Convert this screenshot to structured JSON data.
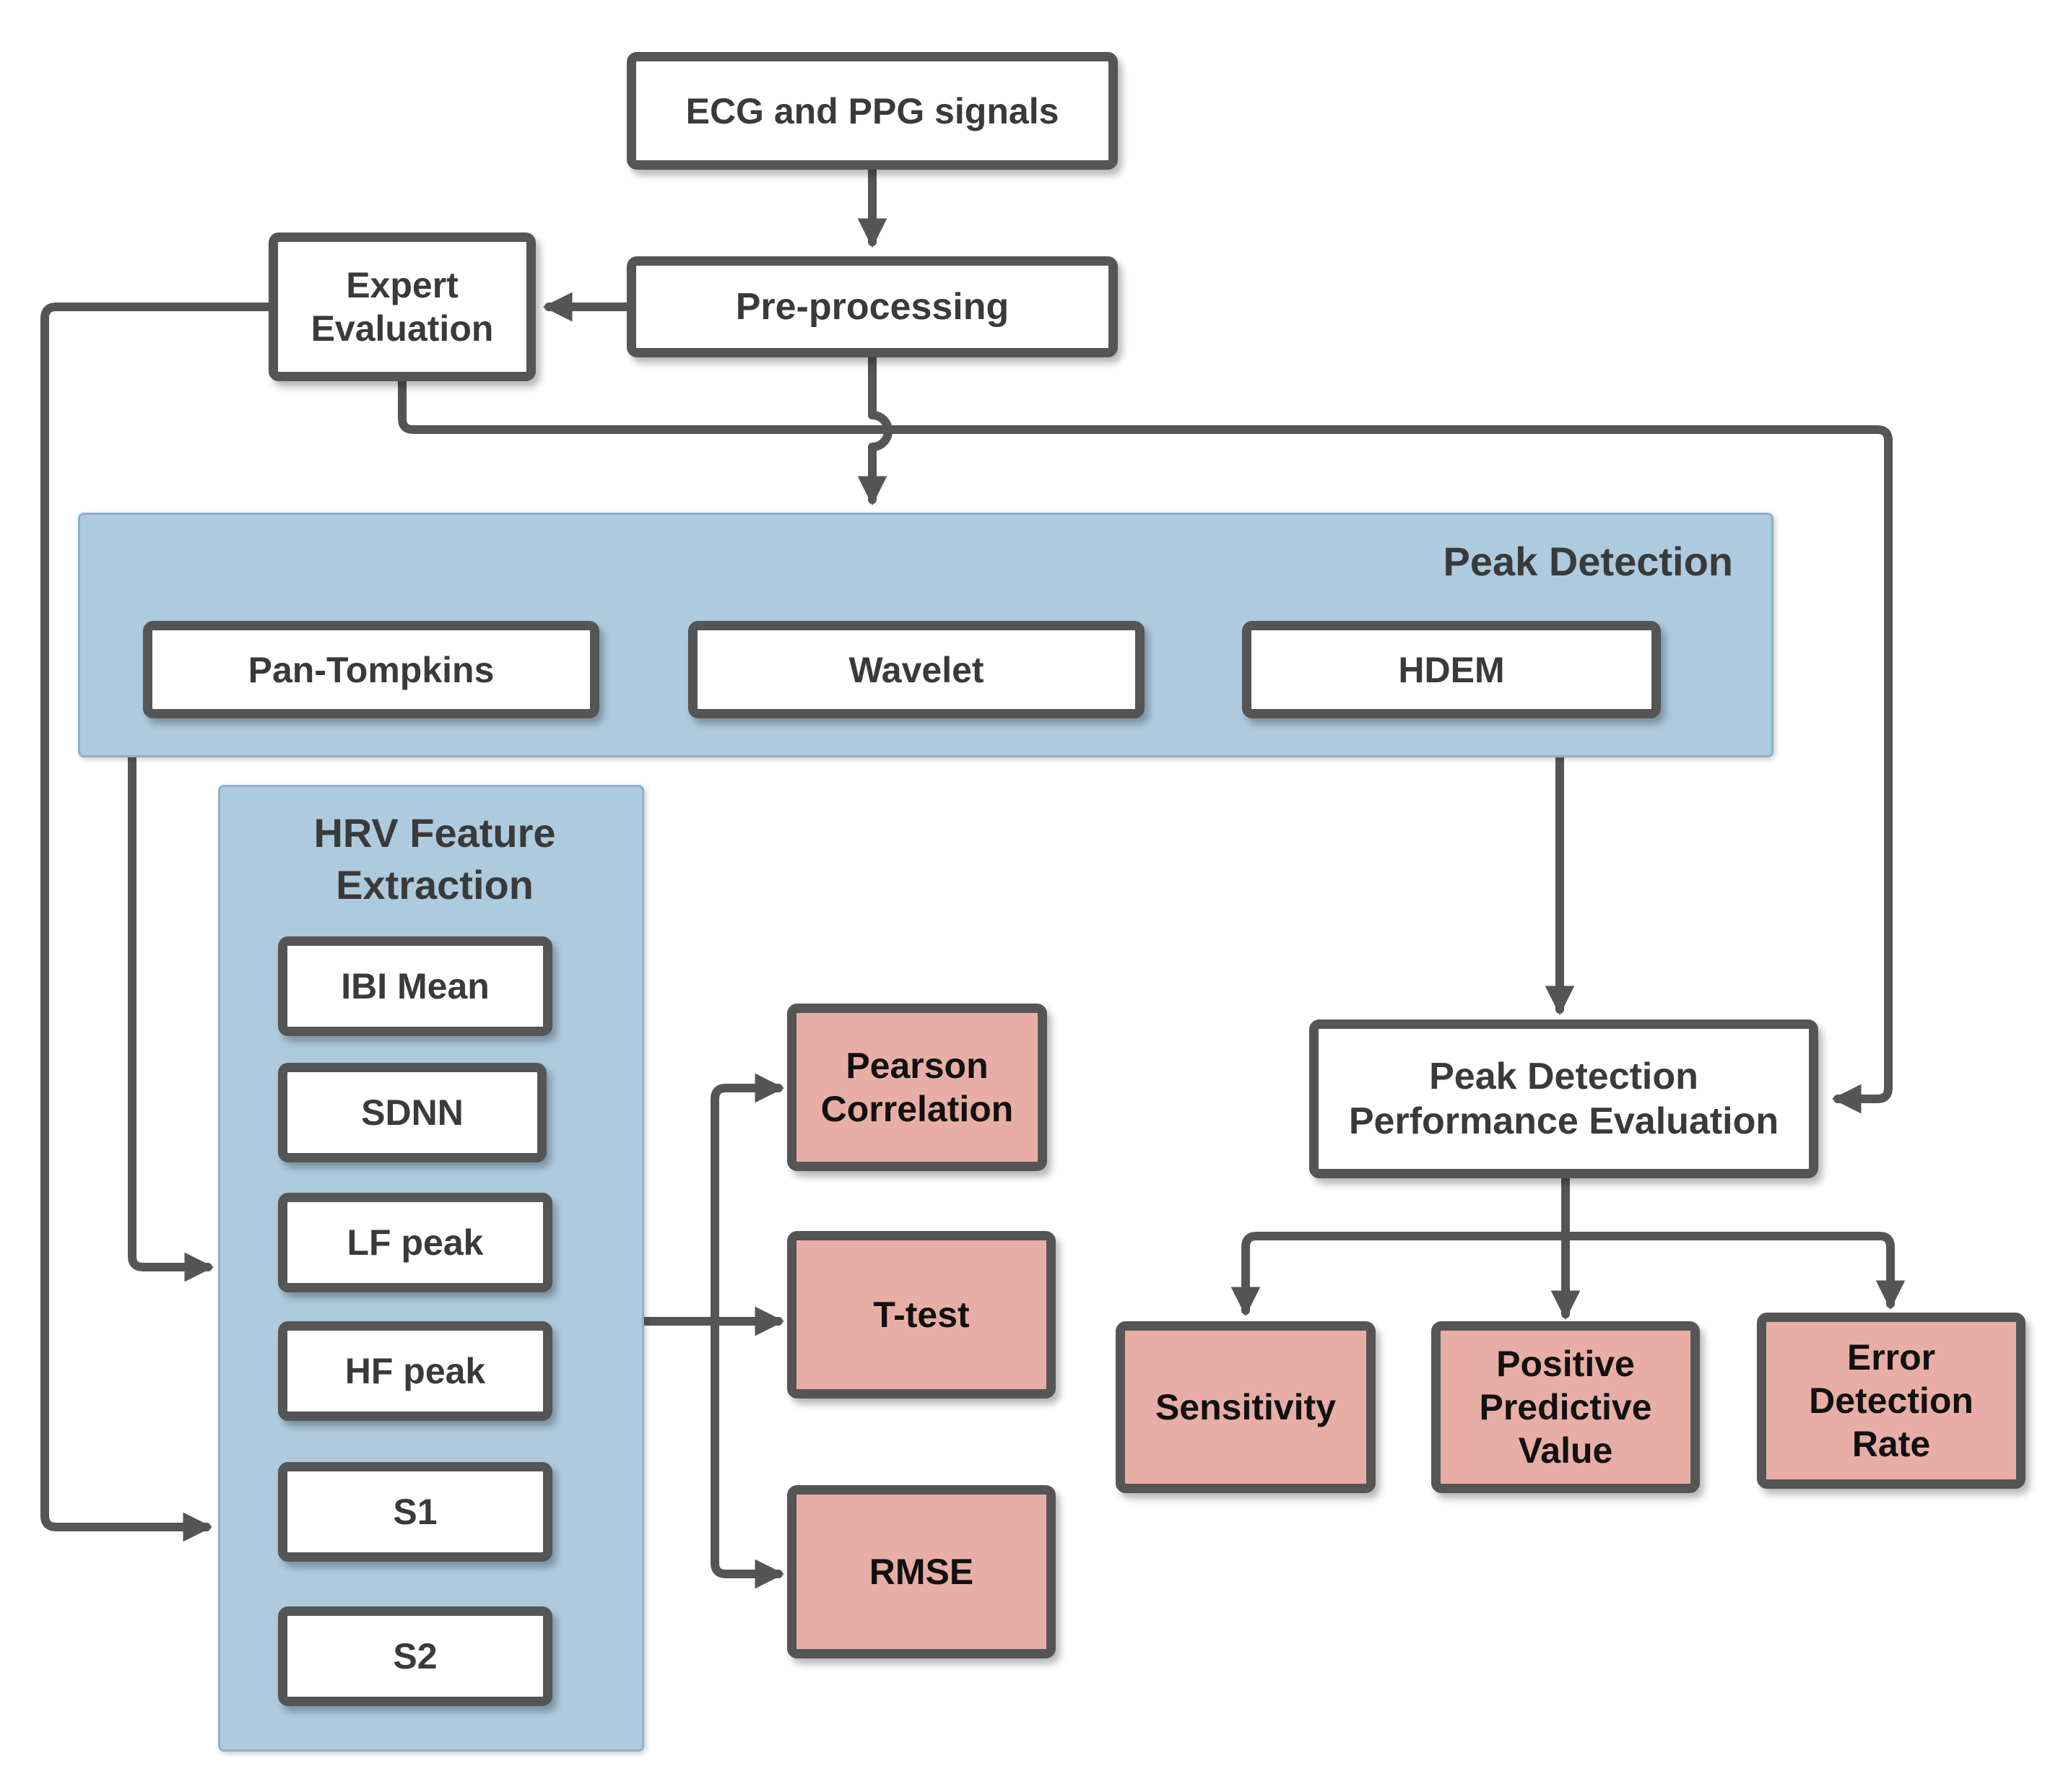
{
  "diagram": {
    "nodes": {
      "signals": "ECG and PPG signals",
      "preprocessing": "Pre-processing",
      "expert_evaluation": "Expert\nEvaluation",
      "peak_detection_panel": "Peak Detection",
      "pan_tompkins": "Pan-Tompkins",
      "wavelet": "Wavelet",
      "hdem": "HDEM",
      "hrv_panel": "HRV Feature\nExtraction",
      "ibi_mean": "IBI Mean",
      "sdnn": "SDNN",
      "lf_peak": "LF peak",
      "hf_peak": "HF peak",
      "s1": "S1",
      "s2": "S2",
      "pearson": "Pearson\nCorrelation",
      "ttest": "T-test",
      "rmse": "RMSE",
      "peak_perf": "Peak Detection\nPerformance Evaluation",
      "sensitivity": "Sensitivity",
      "ppv": "Positive\nPredictive\nValue",
      "edr": "Error\nDetection\nRate"
    },
    "colors": {
      "panel_fill": "#aecade",
      "metric_fill": "#e8aea6",
      "border": "#555555",
      "text": "#3a3a3a"
    }
  }
}
